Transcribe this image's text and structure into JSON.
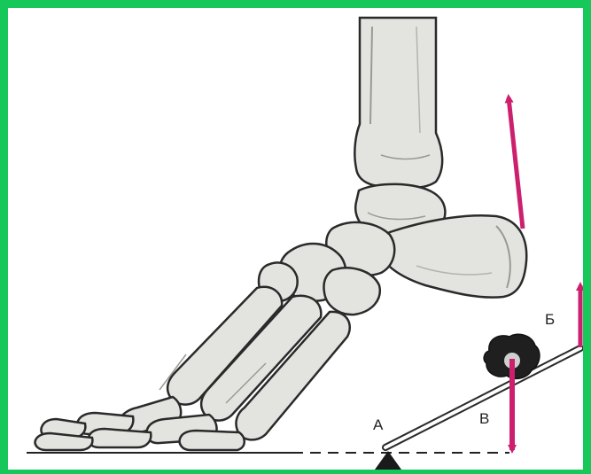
{
  "labels": {
    "fulcrum": "А",
    "effort": "Б",
    "load": "В"
  },
  "colors": {
    "frame": "#16c85a",
    "arrow": "#cc1f6e",
    "bone_fill": "#e3e3e0",
    "bone_shade": "#b9b9b4",
    "outline": "#2a2a2a"
  }
}
